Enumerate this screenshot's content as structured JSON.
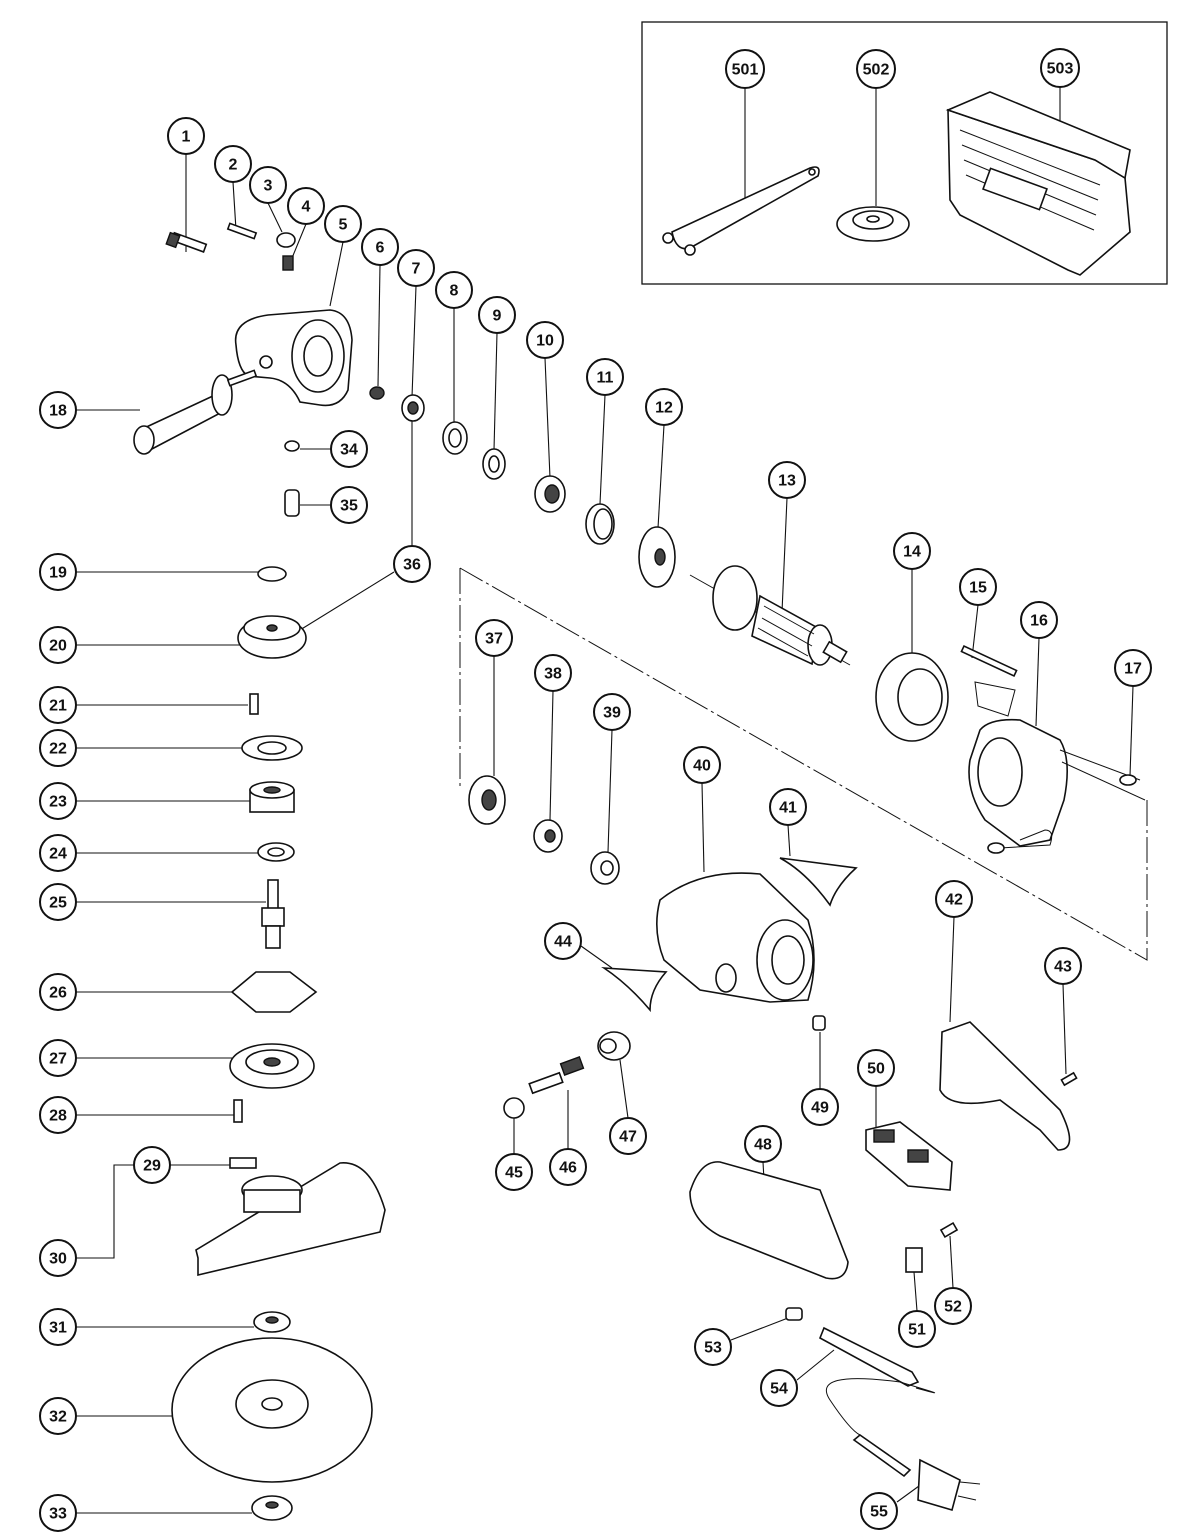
{
  "parts": [
    {
      "id": "1",
      "label": "1"
    },
    {
      "id": "2",
      "label": "2"
    },
    {
      "id": "3",
      "label": "3"
    },
    {
      "id": "4",
      "label": "4"
    },
    {
      "id": "5",
      "label": "5"
    },
    {
      "id": "6",
      "label": "6"
    },
    {
      "id": "7",
      "label": "7"
    },
    {
      "id": "8",
      "label": "8"
    },
    {
      "id": "9",
      "label": "9"
    },
    {
      "id": "10",
      "label": "10"
    },
    {
      "id": "11",
      "label": "11"
    },
    {
      "id": "12",
      "label": "12"
    },
    {
      "id": "13",
      "label": "13"
    },
    {
      "id": "14",
      "label": "14"
    },
    {
      "id": "15",
      "label": "15"
    },
    {
      "id": "16",
      "label": "16"
    },
    {
      "id": "17",
      "label": "17"
    },
    {
      "id": "18",
      "label": "18"
    },
    {
      "id": "19",
      "label": "19"
    },
    {
      "id": "20",
      "label": "20"
    },
    {
      "id": "21",
      "label": "21"
    },
    {
      "id": "22",
      "label": "22"
    },
    {
      "id": "23",
      "label": "23"
    },
    {
      "id": "24",
      "label": "24"
    },
    {
      "id": "25",
      "label": "25"
    },
    {
      "id": "26",
      "label": "26"
    },
    {
      "id": "27",
      "label": "27"
    },
    {
      "id": "28",
      "label": "28"
    },
    {
      "id": "29",
      "label": "29"
    },
    {
      "id": "30",
      "label": "30"
    },
    {
      "id": "31",
      "label": "31"
    },
    {
      "id": "32",
      "label": "32"
    },
    {
      "id": "33",
      "label": "33"
    },
    {
      "id": "34",
      "label": "34"
    },
    {
      "id": "35",
      "label": "35"
    },
    {
      "id": "36",
      "label": "36"
    },
    {
      "id": "37",
      "label": "37"
    },
    {
      "id": "38",
      "label": "38"
    },
    {
      "id": "39",
      "label": "39"
    },
    {
      "id": "40",
      "label": "40"
    },
    {
      "id": "41",
      "label": "41"
    },
    {
      "id": "42",
      "label": "42"
    },
    {
      "id": "43",
      "label": "43"
    },
    {
      "id": "44",
      "label": "44"
    },
    {
      "id": "45",
      "label": "45"
    },
    {
      "id": "46",
      "label": "46"
    },
    {
      "id": "47",
      "label": "47"
    },
    {
      "id": "48",
      "label": "48"
    },
    {
      "id": "49",
      "label": "49"
    },
    {
      "id": "50",
      "label": "50"
    },
    {
      "id": "51",
      "label": "51"
    },
    {
      "id": "52",
      "label": "52"
    },
    {
      "id": "53",
      "label": "53"
    },
    {
      "id": "54",
      "label": "54"
    },
    {
      "id": "55",
      "label": "55"
    },
    {
      "id": "501",
      "label": "501"
    },
    {
      "id": "502",
      "label": "502"
    },
    {
      "id": "503",
      "label": "503"
    }
  ]
}
